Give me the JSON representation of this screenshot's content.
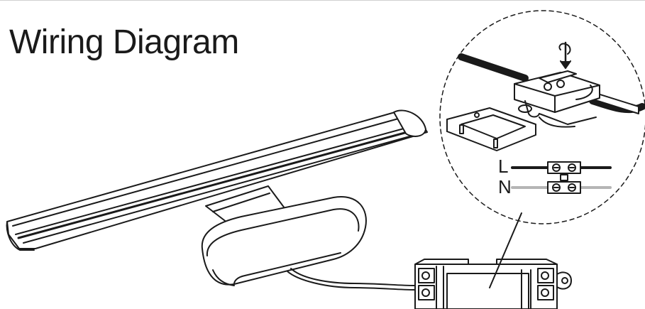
{
  "title": "Wiring Diagram",
  "labels": {
    "live": "L",
    "neutral": "N"
  },
  "colors": {
    "line": "#1a1a1a",
    "live_wire": "#1a1a1a",
    "neutral_wire": "#b5b5b5"
  }
}
